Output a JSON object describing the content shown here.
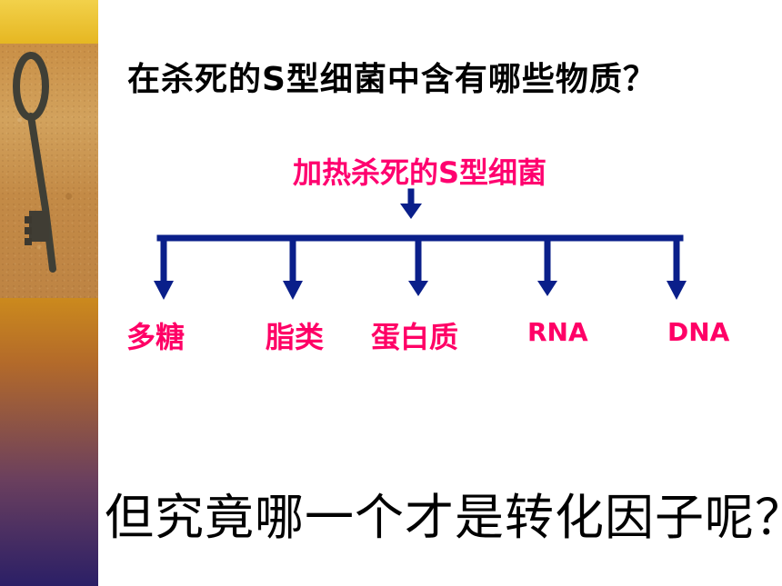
{
  "slide": {
    "title": "在杀死的S型细菌中含有哪些物质？",
    "source_label": "加热杀死的S型细菌",
    "items": [
      {
        "label": "多糖"
      },
      {
        "label": "脂类"
      },
      {
        "label": "蛋白质"
      },
      {
        "label": "RNA"
      },
      {
        "label": "DNA"
      }
    ],
    "question": "但究竟哪一个才是转化因子呢？"
  },
  "colors": {
    "title": "#000000",
    "accent": "#ff0066",
    "arrow": "#0a1f8a",
    "sidebar_top": "#f2d14a",
    "sidebar_bottom": "#2b1f66"
  },
  "icons": {
    "key": "key-icon",
    "arrow": "down-arrow-icon"
  }
}
